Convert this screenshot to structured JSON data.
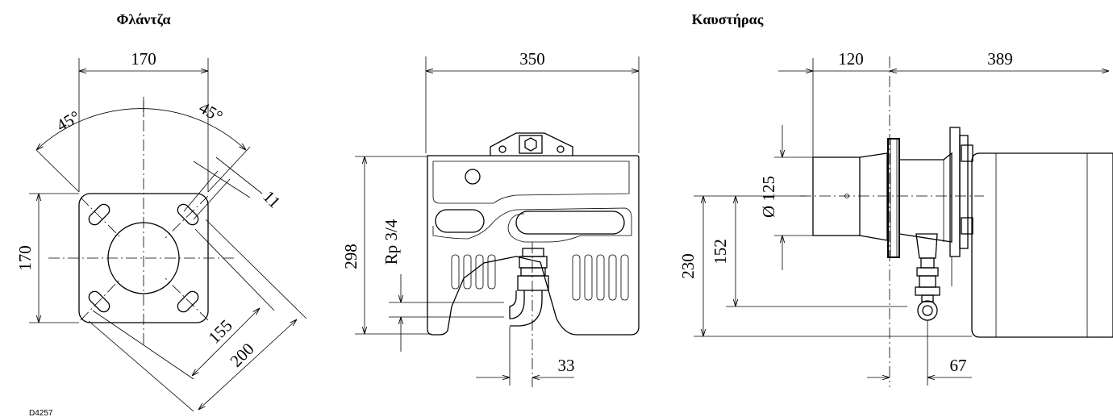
{
  "titles": {
    "flange": "Φλάντζα",
    "burner": "Καυστήρας"
  },
  "flange_dims": {
    "width": "170",
    "height": "170",
    "angle_left": "45°",
    "angle_right": "45°",
    "hole": "11",
    "diag_inner": "155",
    "diag_outer": "200"
  },
  "front_dims": {
    "width": "350",
    "height": "298",
    "thread": "Rp 3/4",
    "offset": "33"
  },
  "side_dims": {
    "left": "120",
    "right": "389",
    "diameter": "Ø 125",
    "h230": "230",
    "h152": "152",
    "offset": "67"
  },
  "drawing_code": "D4257"
}
